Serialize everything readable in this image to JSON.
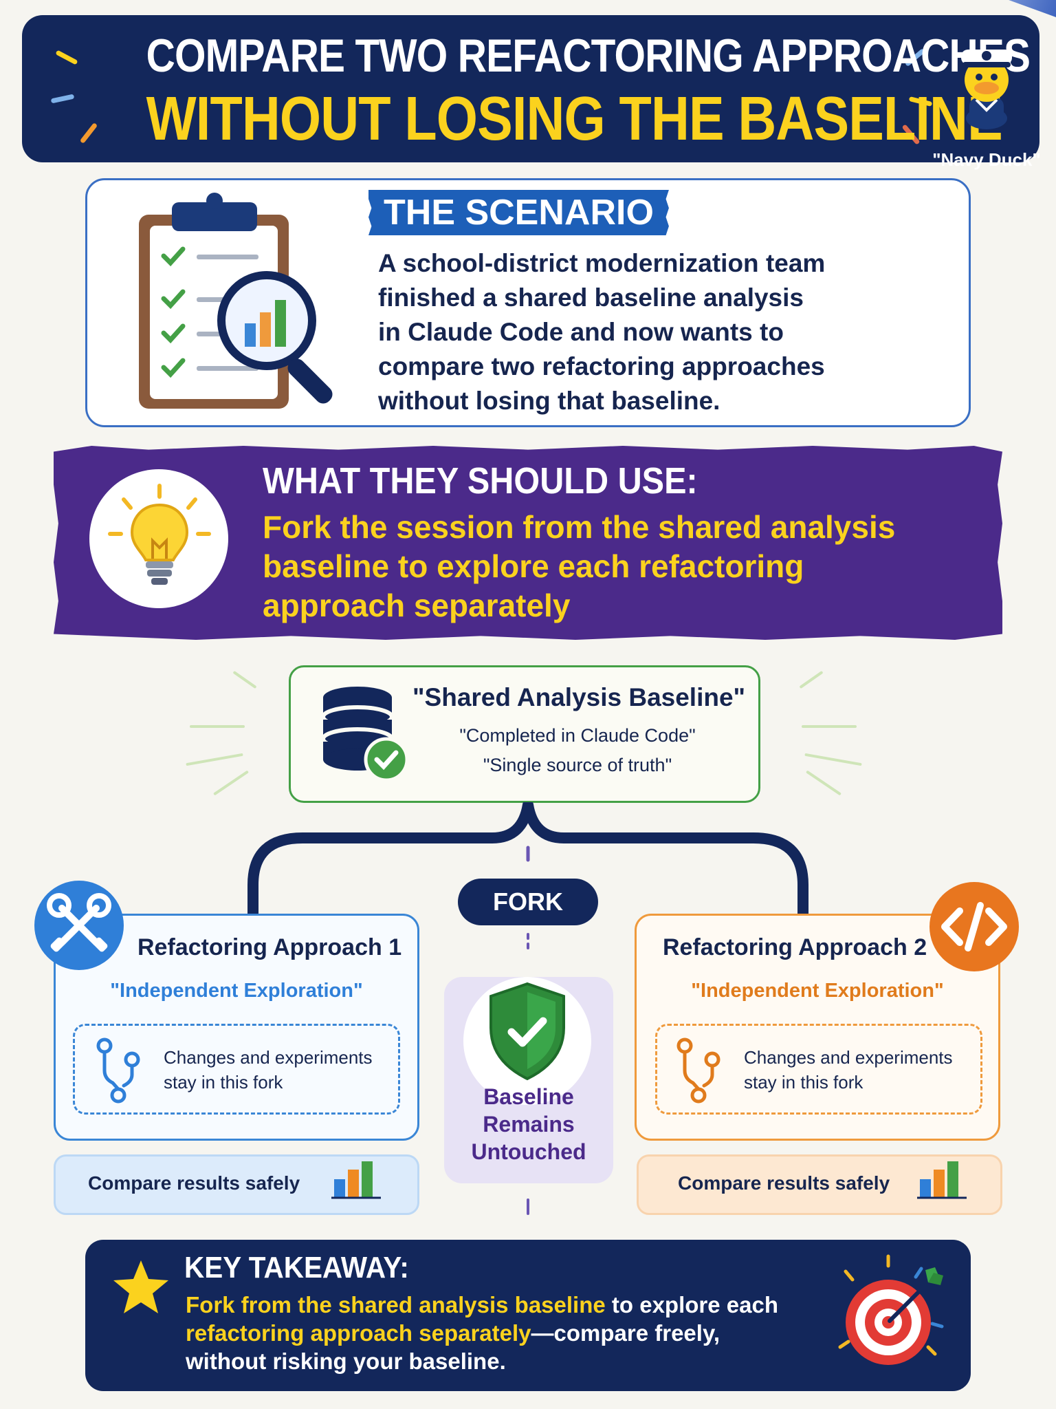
{
  "header": {
    "title_line1": "COMPARE TWO REFACTORING APPROACHES",
    "title_line2": "WITHOUT LOSING THE BASELINE",
    "mascot_label": "\"Navy Duck\"",
    "mascot_icon": "duck-sailor-icon"
  },
  "scenario": {
    "tag": "THE SCENARIO",
    "icon": "clipboard-magnifier-icon",
    "lines": [
      "A school-district modernization team",
      "finished a shared baseline analysis",
      "in Claude Code and now wants to",
      "compare two refactoring approaches",
      "without losing that baseline."
    ]
  },
  "should_use": {
    "heading": "WHAT THEY SHOULD USE:",
    "icon": "lightbulb-icon",
    "lines": [
      "Fork the session from the shared analysis",
      "baseline to explore each refactoring",
      "approach separately"
    ]
  },
  "baseline": {
    "icon": "database-check-icon",
    "title": "\"Shared Analysis Baseline\"",
    "sub1": "\"Completed in Claude Code\"",
    "sub2": "\"Single source of truth\""
  },
  "fork": {
    "label": "FORK"
  },
  "approach1": {
    "icon": "tools-icon",
    "title": "Refactoring Approach 1",
    "subtitle": "\"Independent Exploration\"",
    "branch_icon": "branch-icon",
    "body_line1": "Changes and experiments",
    "body_line2": "stay in this fork",
    "compare": "Compare results safely",
    "compare_icon": "bar-chart-icon"
  },
  "approach2": {
    "icon": "code-icon",
    "title": "Refactoring Approach 2",
    "subtitle": "\"Independent Exploration\"",
    "branch_icon": "branch-icon",
    "body_line1": "Changes and experiments",
    "body_line2": "stay in this fork",
    "compare": "Compare results safely",
    "compare_icon": "bar-chart-icon"
  },
  "center": {
    "icon": "shield-check-icon",
    "lines": [
      "Baseline",
      "Remains",
      "Untouched"
    ]
  },
  "takeaway": {
    "heading": "KEY TAKEAWAY:",
    "star_icon": "star-icon",
    "target_icon": "target-arrow-icon",
    "hl1": "Fork from the shared analysis baseline",
    "text1": " to explore each",
    "hl2": "refactoring approach separately",
    "text2": "—compare freely,",
    "text3": "without risking your baseline."
  },
  "colors": {
    "navy": "#13275b",
    "yellow": "#fbd21e",
    "purple": "#4b2a8a",
    "blue": "#3a86d6",
    "orange": "#ef9a3c",
    "green": "#44a046"
  }
}
